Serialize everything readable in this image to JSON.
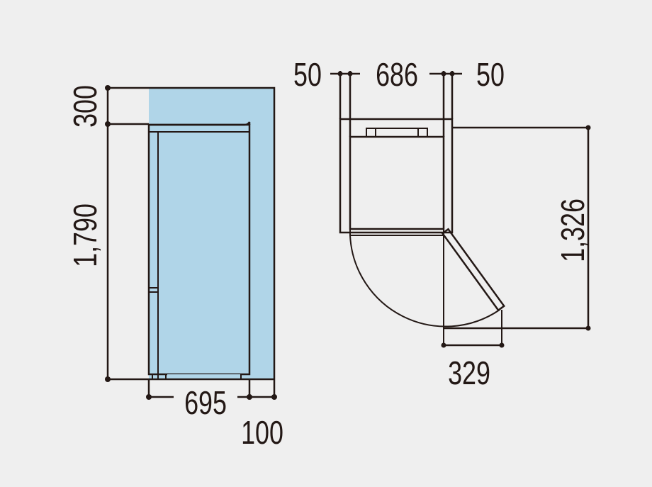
{
  "colors": {
    "clearance": "#b0d5e8",
    "line": "#231815",
    "background": "#efefef",
    "body": "#ffffff"
  },
  "side_view": {
    "clearance_top": "300",
    "height": "1,790",
    "width": "695",
    "clearance_back": "100"
  },
  "top_view": {
    "clearance_left": "50",
    "width": "686",
    "clearance_right": "50",
    "depth_door_open": "1,326",
    "door_swing": "329"
  }
}
